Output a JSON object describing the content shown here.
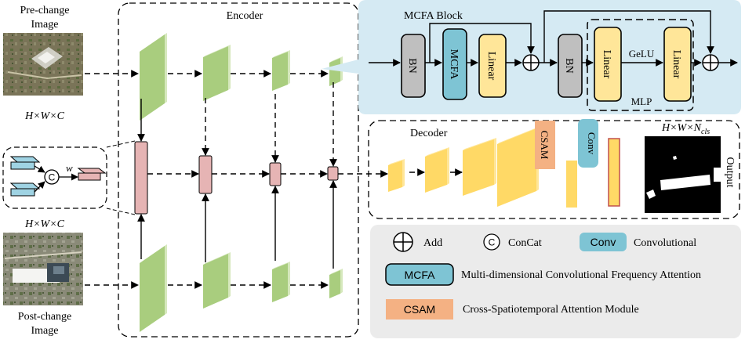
{
  "inputs": {
    "pre_label": [
      "Pre-change",
      "Image"
    ],
    "pre_dims": "H×W×C",
    "post_dims": "H×W×C",
    "post_label": [
      "Post-change",
      "Image"
    ]
  },
  "encoder": {
    "title": "Encoder"
  },
  "concat_inset": {
    "c_symbol": "C",
    "w_symbol": "w"
  },
  "mcfa_block": {
    "title": "MCFA Block",
    "blocks": [
      "BN",
      "MCFA",
      "Linear",
      "BN",
      "Linear",
      "Linear"
    ],
    "gelu": "GeLU",
    "mlp": "MLP"
  },
  "decoder": {
    "title": "Decoder",
    "csam": "CSAM",
    "conv": "Conv",
    "out_dims": "H×W×N",
    "out_sub": "cls",
    "output": "Output"
  },
  "legend": {
    "add": "Add",
    "concat_symbol": "C",
    "concat": "ConCat",
    "conv_box": "Conv",
    "conv": "Convolutional",
    "mcfa_box": "MCFA",
    "mcfa": "Multi-dimensional Convolutional Frequency Attention",
    "csam_box": "CSAM",
    "csam": "Cross-Spatiotemporal Attention Module"
  },
  "colors": {
    "green_face": "#a9cd7e",
    "green_side": "#d6e8bd",
    "pink": "#e6b4b4",
    "yellow": "#ffd966",
    "yellow_light": "#ffe699",
    "blue": "#7ec4d4",
    "orange": "#f4b183",
    "gray": "#bfbfbf",
    "panel_blue": "#d5eaf3",
    "panel_gray": "#ebebeb"
  }
}
